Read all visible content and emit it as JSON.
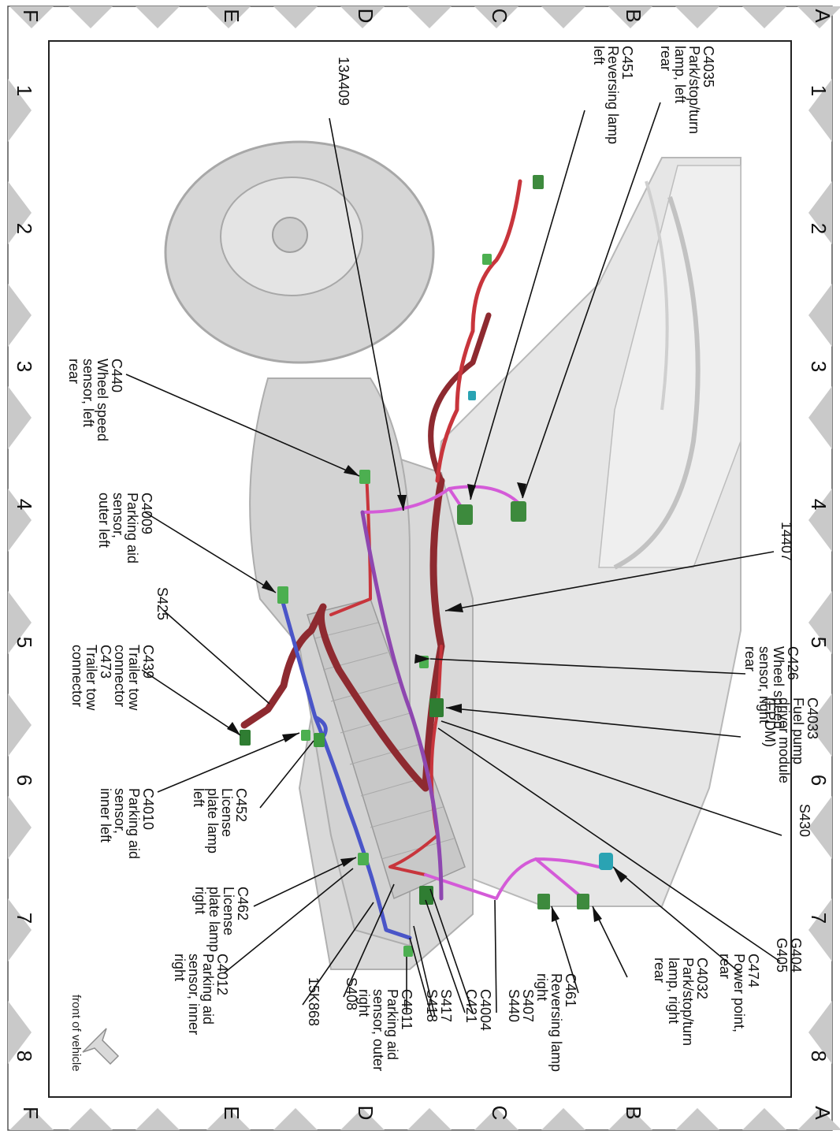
{
  "grid": {
    "rows": [
      "A",
      "B",
      "C",
      "D",
      "E",
      "F"
    ],
    "cols": [
      "1",
      "2",
      "3",
      "4",
      "5",
      "6",
      "7",
      "8"
    ]
  },
  "front_note": "front of vehicle",
  "colors": {
    "harness_red": "#c8353c",
    "harness_dark_red": "#8e2a30",
    "harness_magenta": "#d45bd8",
    "harness_purple": "#8e47b0",
    "harness_blue": "#4a55c8",
    "connector_green": "#3d8a3d",
    "connector_cyan": "#2aa3b3",
    "body_gray": "#dcdcdc"
  },
  "callouts": [
    {
      "id": "c4035",
      "lines": [
        "C4035",
        "Park/stop/turn",
        "lamp, left",
        "rear"
      ]
    },
    {
      "id": "c451",
      "lines": [
        "C451",
        "Reversing lamp",
        "left"
      ]
    },
    {
      "id": "13a409",
      "lines": [
        "13A409"
      ]
    },
    {
      "id": "c440",
      "lines": [
        "C440",
        "Wheel speed",
        "sensor, left",
        "rear"
      ]
    },
    {
      "id": "c4009",
      "lines": [
        "C4009",
        "Parking aid",
        "sensor,",
        "outer left"
      ]
    },
    {
      "id": "s425",
      "lines": [
        "S425"
      ]
    },
    {
      "id": "c439",
      "lines": [
        "C439",
        "Trailer tow",
        "connector",
        "C473",
        "Trailer tow",
        "connector"
      ]
    },
    {
      "id": "c4010",
      "lines": [
        "C4010",
        "Parking aid",
        "sensor,",
        "inner left"
      ]
    },
    {
      "id": "c452",
      "lines": [
        "C452",
        "License",
        "plate lamp",
        "left"
      ]
    },
    {
      "id": "c462",
      "lines": [
        "C462",
        "License",
        "plate lamp",
        "right"
      ]
    },
    {
      "id": "c4012",
      "lines": [
        "C4012",
        "Parking aid",
        "sensor, inner",
        "right"
      ]
    },
    {
      "id": "15k868",
      "lines": [
        "15K868"
      ]
    },
    {
      "id": "s408",
      "lines": [
        "S408"
      ]
    },
    {
      "id": "c4011",
      "lines": [
        "C4011",
        "Parking aid",
        "sensor, outer",
        "right"
      ]
    },
    {
      "id": "s417",
      "lines": [
        "S417",
        "S418"
      ]
    },
    {
      "id": "c4004",
      "lines": [
        "C4004",
        "C421"
      ]
    },
    {
      "id": "s407",
      "lines": [
        "S407",
        "S440"
      ]
    },
    {
      "id": "c461",
      "lines": [
        "C461",
        "Reversing lamp",
        "right"
      ]
    },
    {
      "id": "c4032",
      "lines": [
        "C4032",
        "Park/stop/turn",
        "lamp, right",
        "rear"
      ]
    },
    {
      "id": "c474",
      "lines": [
        "C474",
        "Power point,",
        "rear"
      ]
    },
    {
      "id": "g404",
      "lines": [
        "G404",
        "G405"
      ]
    },
    {
      "id": "s430",
      "lines": [
        "S430"
      ]
    },
    {
      "id": "c4033",
      "lines": [
        "C4033",
        "Fuel pump",
        "driver module",
        "(FPDM)"
      ]
    },
    {
      "id": "c426",
      "lines": [
        "C426",
        "Wheel speed",
        "sensor, right",
        "rear"
      ]
    },
    {
      "id": "14407",
      "lines": [
        "14407"
      ]
    }
  ]
}
